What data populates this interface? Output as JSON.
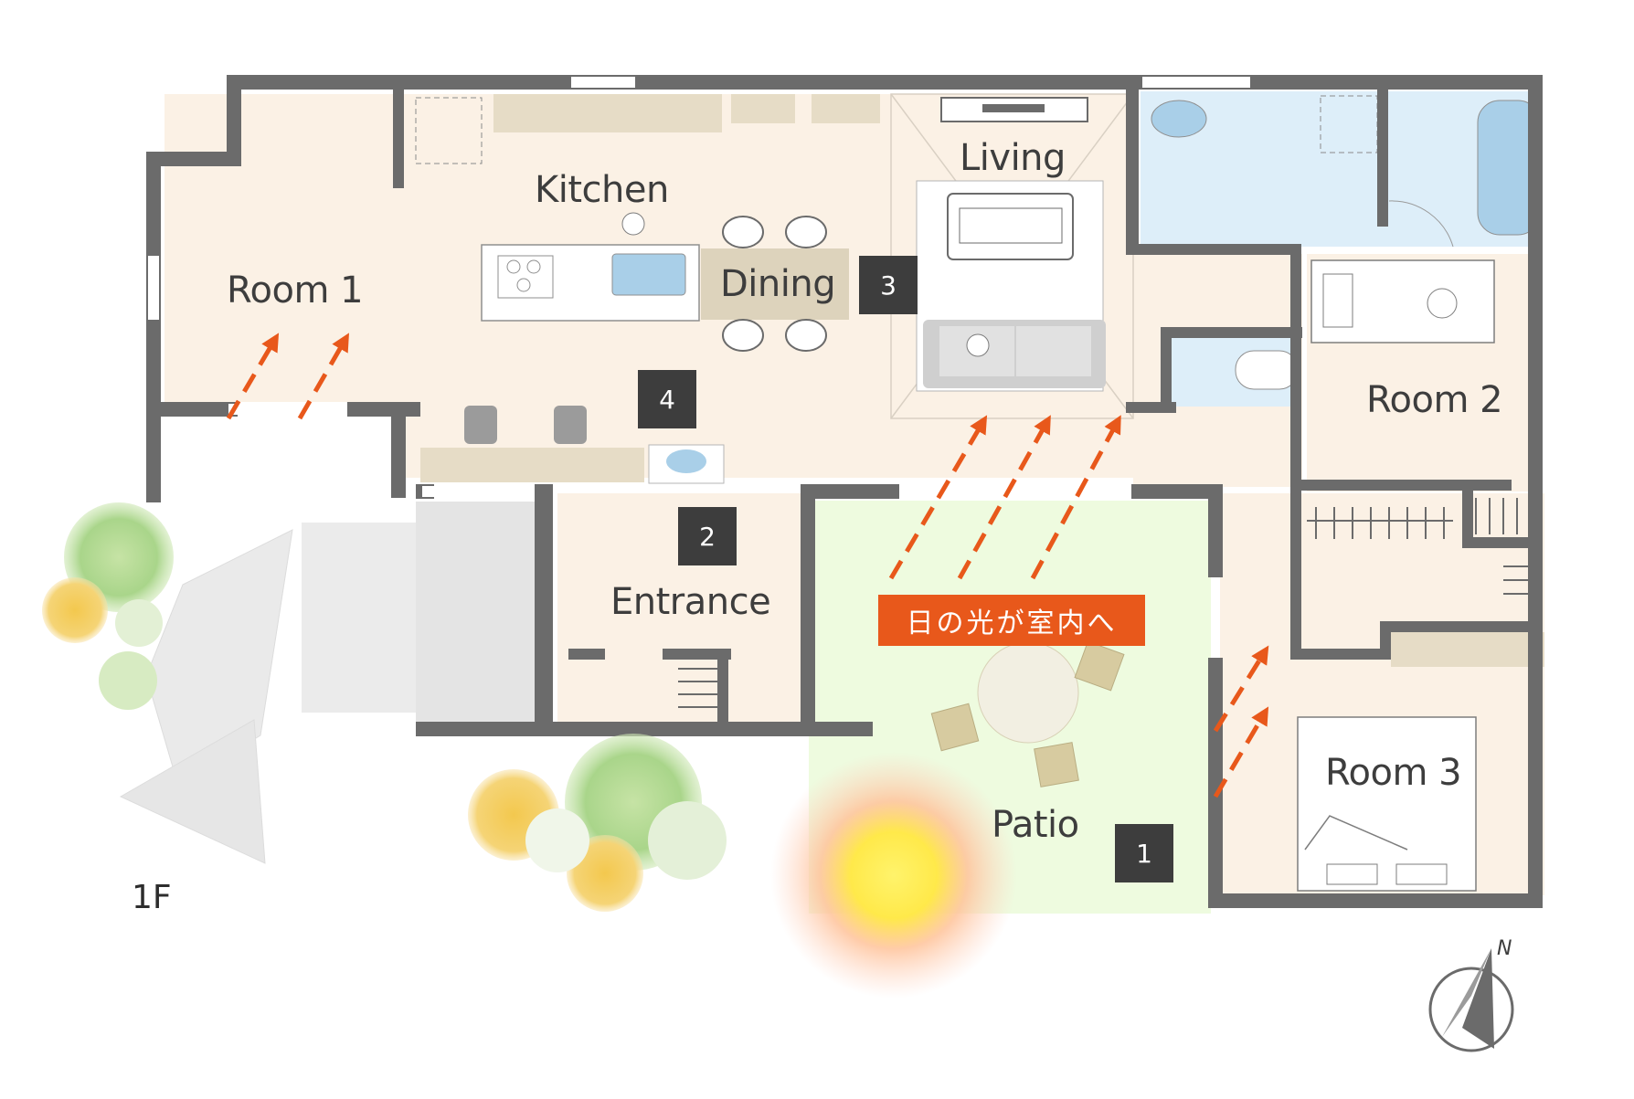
{
  "floor_label": "1F",
  "rooms": {
    "room1": "Room 1",
    "kitchen": "Kitchen",
    "dining": "Dining",
    "living": "Living",
    "room2": "Room 2",
    "entrance": "Entrance",
    "patio": "Patio",
    "room3": "Room 3"
  },
  "markers": [
    "1",
    "2",
    "3",
    "4"
  ],
  "sunlight_banner": "日の光が室内へ",
  "compass_label": "N",
  "colors": {
    "floor": "#fbf1e5",
    "wall": "#6b6b6b",
    "patio": "#eefbdf",
    "arrow": "#e8581b",
    "wet_area": "#ddeef9",
    "counter": "#e6dcc6",
    "marker": "#3d3d3d"
  }
}
